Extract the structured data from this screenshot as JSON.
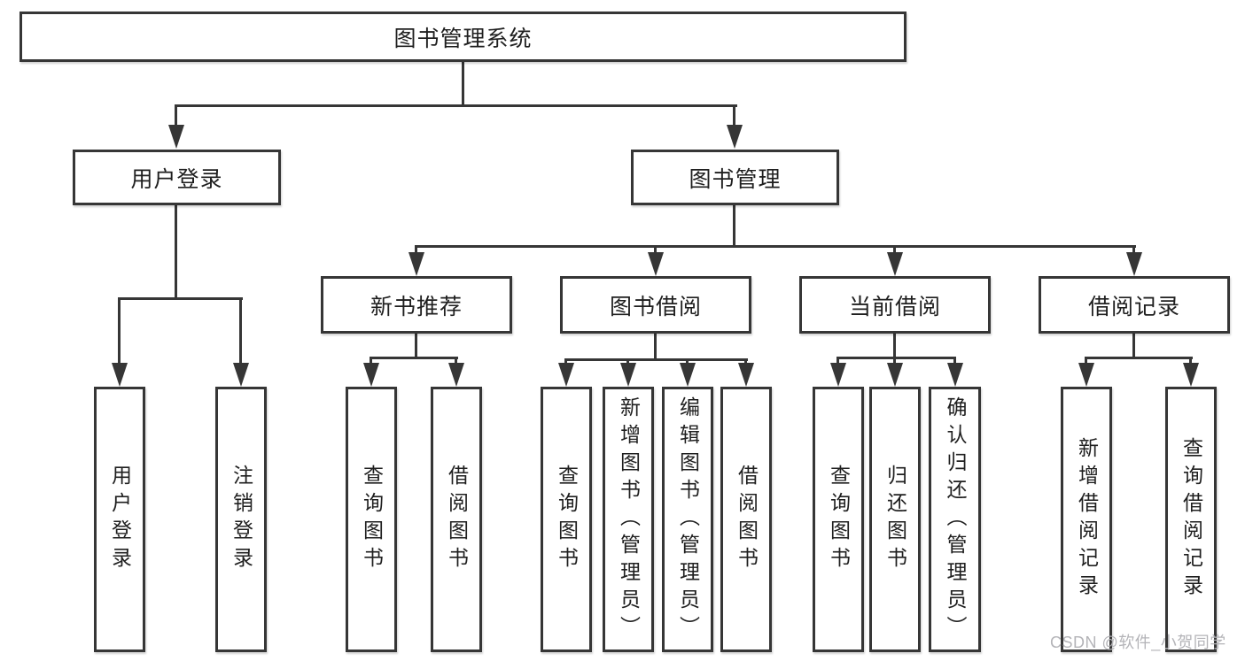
{
  "diagram_title": "图书管理系统",
  "colors": {
    "line": "#363636",
    "box_border": "#363636",
    "box_background": "#ffffff",
    "text": "#1f1f1f",
    "watermark": "#b4b4b8",
    "background": "#ffffff"
  },
  "tree": {
    "label": "图书管理系统",
    "children": [
      {
        "label": "用户登录",
        "children": [
          {
            "label": "用户登录"
          },
          {
            "label": "注销登录"
          }
        ]
      },
      {
        "label": "图书管理",
        "children": [
          {
            "label": "新书推荐",
            "children": [
              {
                "label": "查询图书"
              },
              {
                "label": "借阅图书"
              }
            ]
          },
          {
            "label": "图书借阅",
            "children": [
              {
                "label": "查询图书"
              },
              {
                "label": "新增图书（管理员）"
              },
              {
                "label": "编辑图书（管理员）"
              },
              {
                "label": "借阅图书"
              }
            ]
          },
          {
            "label": "当前借阅",
            "children": [
              {
                "label": "查询图书"
              },
              {
                "label": "归还图书"
              },
              {
                "label": "确认归还（管理员）"
              }
            ]
          },
          {
            "label": "借阅记录",
            "children": [
              {
                "label": "新增借阅记录"
              },
              {
                "label": "查询借阅记录"
              }
            ]
          }
        ]
      }
    ]
  },
  "watermark": {
    "text": "CSDN @软件_小贺同学"
  }
}
